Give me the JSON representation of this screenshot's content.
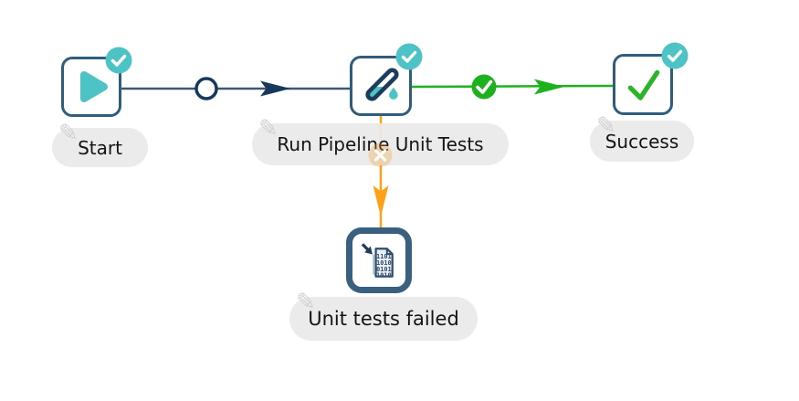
{
  "canvas": {
    "background": "#ffffff"
  },
  "colors": {
    "node_border": "#2e5d7d",
    "abort_node_border": "#3a6080",
    "teal_accent": "#4ec3c6",
    "icon_navy": "#1d3d5e",
    "hop_default": "#3a5878",
    "hop_arrow_navy": "#16395c",
    "hop_success_green": "#1db21d",
    "hop_failure_orange": "#ffa019",
    "label_pill_gray": "#e9e9e9",
    "label_text": "#141414"
  },
  "nodes": {
    "start": {
      "label": "Start",
      "icon": "play-icon",
      "badge": "check-badge"
    },
    "run_tests": {
      "label": "Run Pipeline Unit Tests",
      "icon": "test-tube-icon",
      "badge": "check-badge"
    },
    "success": {
      "label": "Success",
      "icon": "green-check-icon",
      "badge": "check-badge"
    },
    "failed": {
      "label": "Unit tests failed",
      "icon": "binary-file-icon"
    }
  },
  "hops": [
    {
      "from": "Start",
      "to": "Run Pipeline Unit Tests",
      "condition": "unconditional",
      "marker": "hollow-circle"
    },
    {
      "from": "Run Pipeline Unit Tests",
      "to": "Success",
      "condition": "on-success",
      "marker": "green-check-circle"
    },
    {
      "from": "Run Pipeline Unit Tests",
      "to": "Unit tests failed",
      "condition": "on-failure",
      "marker": "faded-x-circle"
    }
  ],
  "binary_file_icon": {
    "lines": [
      "1101",
      "1010",
      "0101",
      "1010"
    ]
  }
}
